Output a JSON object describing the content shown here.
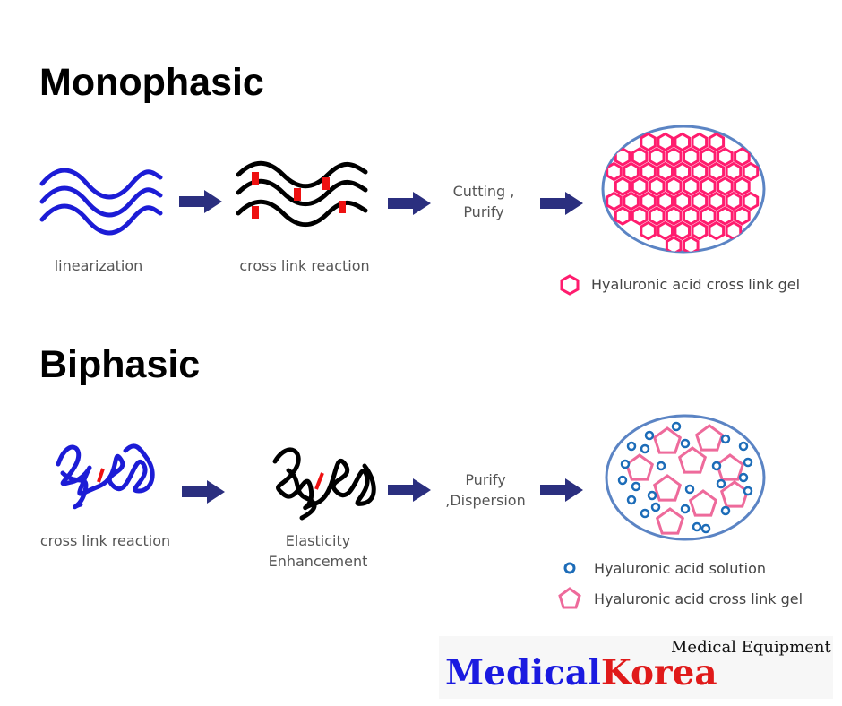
{
  "monophasic": {
    "title": "Monophasic",
    "steps": [
      "linearization",
      "cross link reaction"
    ],
    "process": [
      "Cutting ,",
      "Purify"
    ],
    "legend": "Hyaluronic acid cross link gel"
  },
  "biphasic": {
    "title": "Biphasic",
    "steps": [
      "cross link reaction",
      "Elasticity",
      "Enhancement"
    ],
    "process": [
      "Purify",
      ",Dispersion"
    ],
    "legend_solution": "Hyaluronic acid solution",
    "legend_gel": "Hyaluronic acid cross link gel"
  },
  "brand": {
    "subtitle": "Medical Equipment",
    "name_part1": "Medical",
    "name_part2": "Korea"
  },
  "colors": {
    "blue_strand": "#1c1cd6",
    "black_strand": "#000000",
    "crosslink": "#ee1111",
    "hexagon": "#ff1c6e",
    "ellipse": "#5b84c4",
    "arrow": "#2b2f7f",
    "pentagon": "#ee6a9b",
    "solution_ring": "#1c6cb8",
    "brand_blue": "#1a1ae0",
    "brand_red": "#e01a1a"
  }
}
